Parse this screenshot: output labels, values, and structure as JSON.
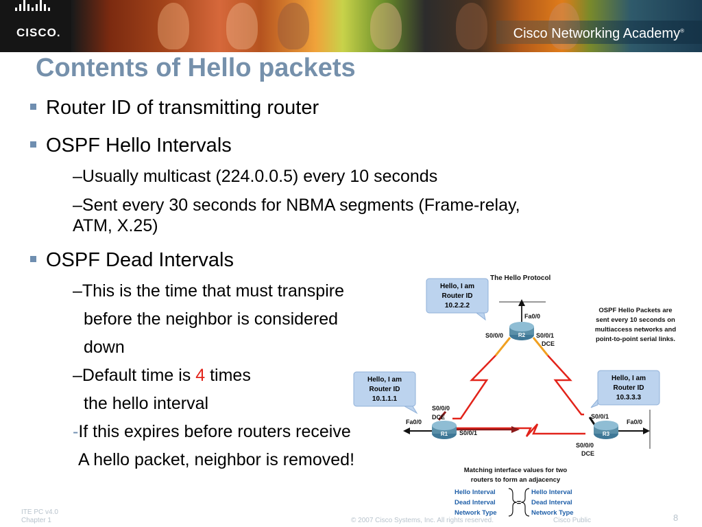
{
  "banner": {
    "logo_text": "CISCO.",
    "academy": "Cisco Networking Academy",
    "academy_mark": "®"
  },
  "title": "Contents of Hello packets",
  "bullets": {
    "b1": "Router ID of transmitting router",
    "b2": "OSPF Hello Intervals",
    "b2_sub1": "Usually multicast (224.0.0.5) every 10 seconds",
    "b2_sub2_line1": "Sent every 30 seconds for NBMA segments (Frame-relay,",
    "b2_sub2_line2": "ATM, X.25)",
    "b3": "OSPF Dead Intervals",
    "b3_sub1_line1": "This is the time that must transpire",
    "b3_sub1_line2": "before the neighbor is considered",
    "b3_sub1_line3": "down",
    "b3_sub2_pre": "Default time is ",
    "b3_sub2_num": "4",
    "b3_sub2_post": " times",
    "b3_sub2_line2": "the hello interval",
    "b3_sub3_line1": "If this expires before routers receive",
    "b3_sub3_line2": "A hello packet, neighbor is removed!",
    "dash": "–",
    "hyphen": "-"
  },
  "diagram": {
    "title": "The Hello Protocol",
    "callouts": {
      "r2": [
        "Hello, I am",
        "Router ID",
        "10.2.2.2"
      ],
      "r1": [
        "Hello, I am",
        "Router ID",
        "10.1.1.1"
      ],
      "r3": [
        "Hello, I am",
        "Router ID",
        "10.3.3.3"
      ]
    },
    "note": [
      "OSPF Hello Packets are",
      "sent every 10 seconds on",
      "multiaccess networks and",
      "point-to-point serial links."
    ],
    "routers": {
      "r1": "R1",
      "r2": "R2",
      "r3": "R3"
    },
    "interfaces": {
      "r2_fa": "Fa0/0",
      "r2_s000": "S0/0/0",
      "r2_s001": "S0/0/1",
      "r2_dce": "DCE",
      "r1_s000": "S0/0/0",
      "r1_dce": "DCE",
      "r1_fa": "Fa0/0",
      "r1_s001": "S0/0/1",
      "r3_s001": "S0/0/1",
      "r3_fa": "Fa0/0",
      "r3_s000": "S0/0/0",
      "r3_dce": "DCE"
    },
    "matching": [
      "Matching interface values for two",
      "routers to form an adjacency"
    ],
    "left_list": [
      "Hello Interval",
      "Dead Interval",
      "Network Type"
    ],
    "right_list": [
      "Hello Interval",
      "Dead Interval",
      "Network Type"
    ],
    "equals": "=",
    "colors": {
      "accent": "#7590ab",
      "callout": "#bcd3ee",
      "serial": "#e2231a",
      "ethernet": "#f0a020",
      "router": "#5a8fa8"
    }
  },
  "footer": {
    "left1": "ITE PC v4.0",
    "left2": "Chapter 1",
    "copyright": "© 2007 Cisco Systems, Inc. All rights reserved.",
    "public": "Cisco Public",
    "page": "8"
  }
}
